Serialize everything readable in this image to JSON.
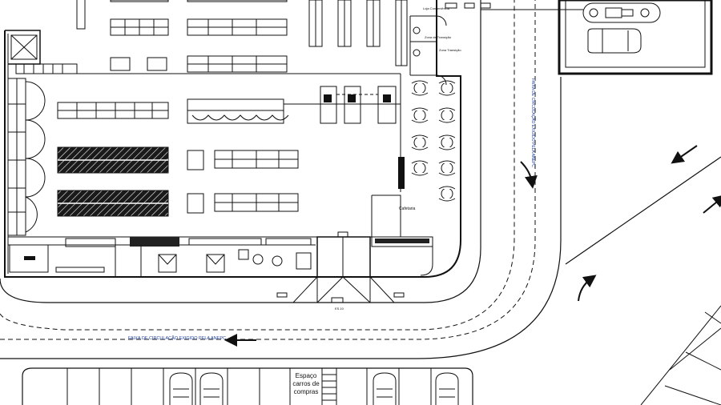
{
  "labels": {
    "cafeteria": "Cafetaria",
    "carts_space_line1": "Espaço",
    "carts_space_line2": "carros de",
    "carts_space_line3": "compras",
    "circulation_lane": "FAIXA DE CIRCULAÇÃO EXIGIDO PELA ANEPC",
    "vertical_lane": "FAIXA DE CIRCULAÇÃO EXIGIDO PELA ANEPC",
    "shop": "Loja Conveniência",
    "entrance_code": "ES.10",
    "zone_left": "Zona de Transição",
    "zone_right": "Zona Transição"
  },
  "colors": {
    "ink": "#111111",
    "annotation_blue": "#1f3f9f",
    "shelf_dark": "#1a1a1a"
  }
}
